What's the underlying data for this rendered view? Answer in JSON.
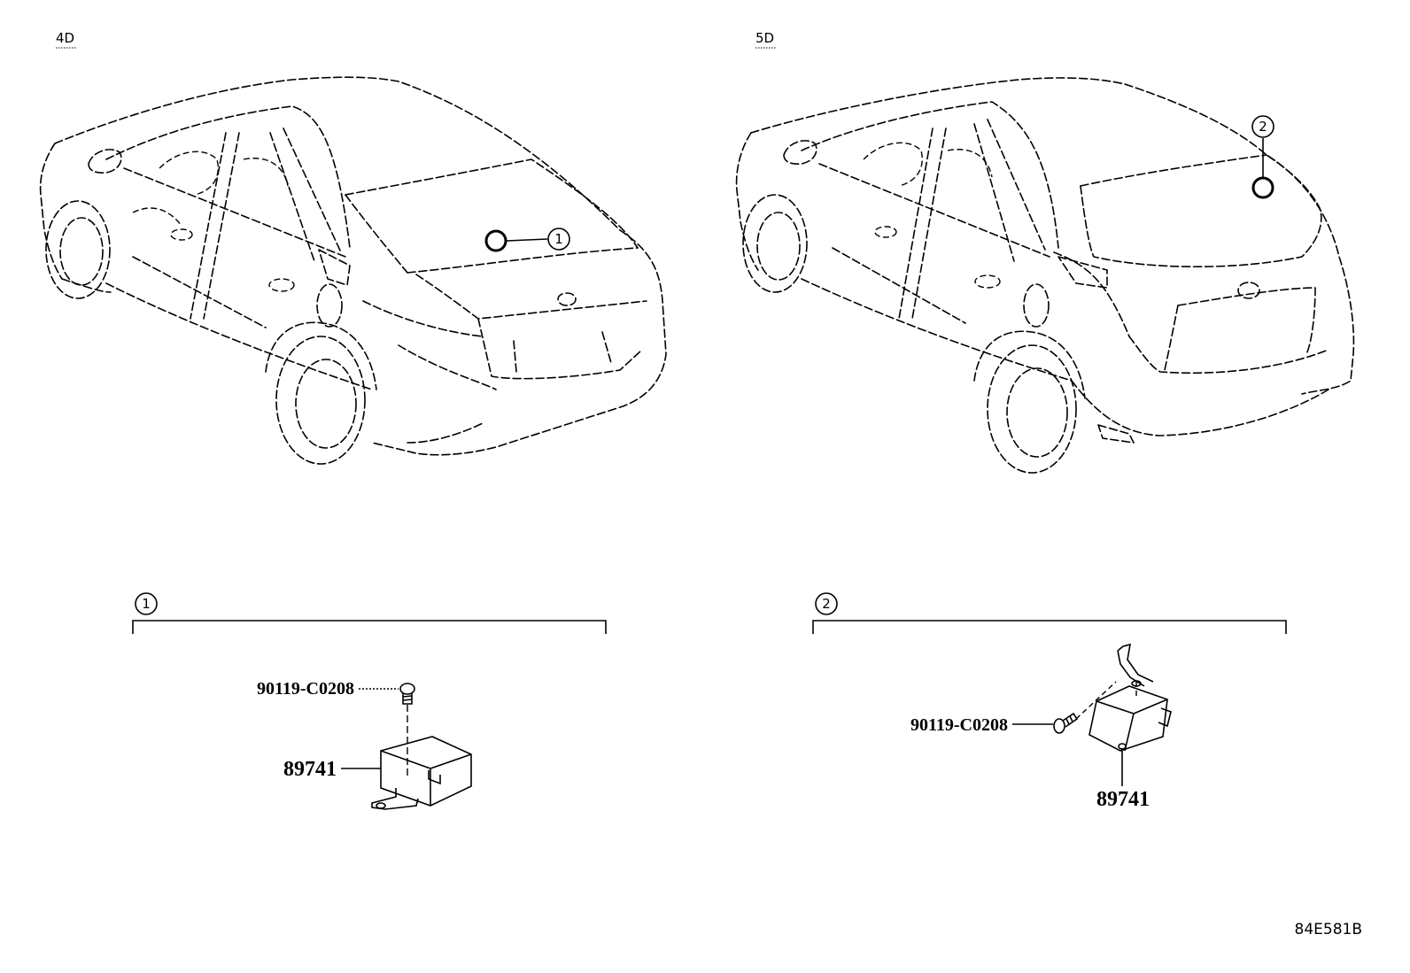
{
  "variants": [
    {
      "label": "4D",
      "callout": "1"
    },
    {
      "label": "5D",
      "callout": "2"
    }
  ],
  "details": [
    {
      "callout": "1",
      "bolt_part": "90119-C0208",
      "unit_part": "89741"
    },
    {
      "callout": "2",
      "bolt_part": "90119-C0208",
      "unit_part": "89741"
    }
  ],
  "drawing_code": "84E581B"
}
